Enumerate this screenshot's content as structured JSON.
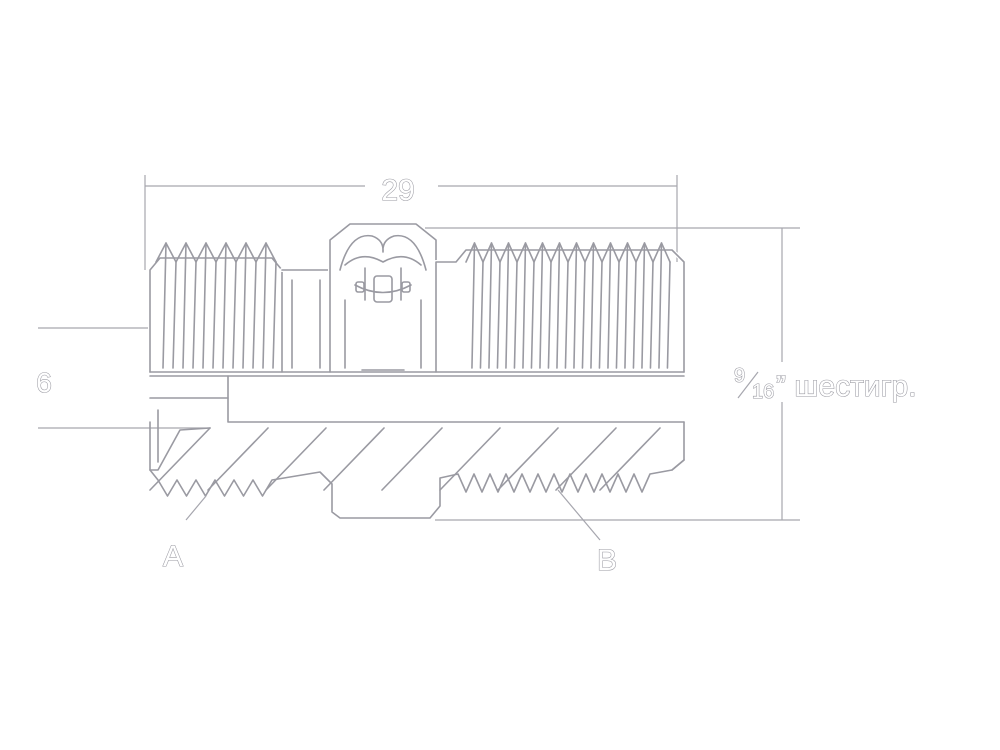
{
  "drawing": {
    "dim_length": "29",
    "dim_left": "6",
    "hex_num": "9",
    "hex_den": "16",
    "hex_suffix": "” шестигр.",
    "label_a": "A",
    "label_b": "B"
  },
  "colors": {
    "background": "#ffffff",
    "outline": "#9a9aa2"
  }
}
